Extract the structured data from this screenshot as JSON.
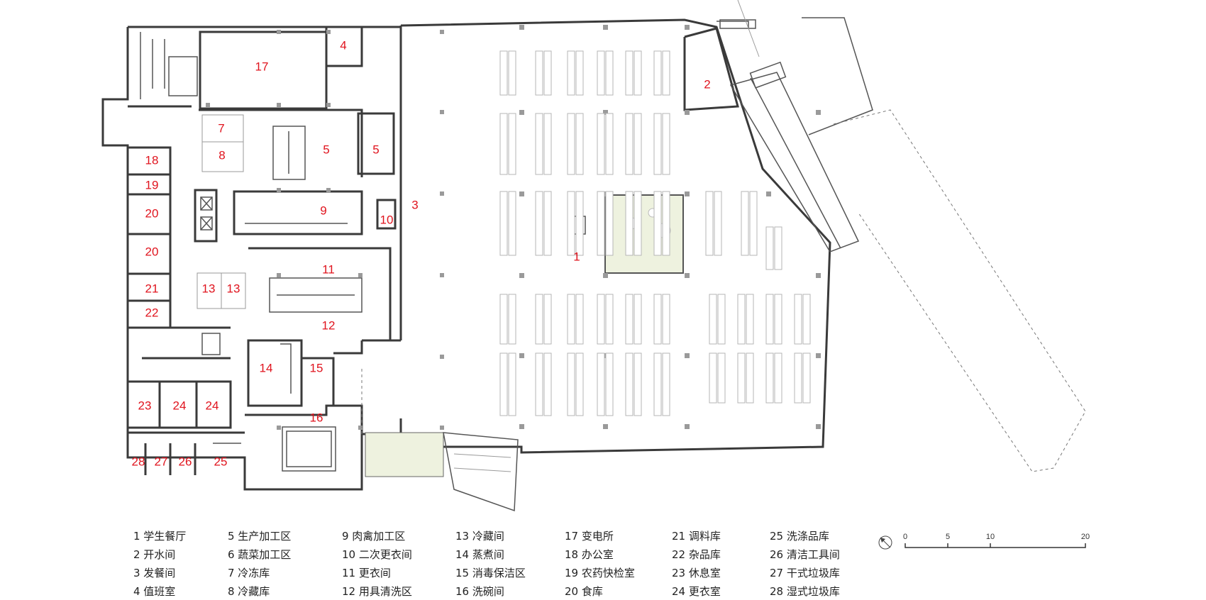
{
  "rooms": {
    "r1": "1",
    "r2": "2",
    "r3": "3",
    "r4": "4",
    "r5a": "5",
    "r5b": "5",
    "r7": "7",
    "r8": "8",
    "r9": "9",
    "r10": "10",
    "r11": "11",
    "r12": "12",
    "r13a": "13",
    "r13b": "13",
    "r14": "14",
    "r15": "15",
    "r16": "16",
    "r17": "17",
    "r18": "18",
    "r19": "19",
    "r20a": "20",
    "r20b": "20",
    "r21": "21",
    "r22": "22",
    "r23": "23",
    "r24a": "24",
    "r24b": "24",
    "r25": "25",
    "r26": "26",
    "r27": "27",
    "r28": "28"
  },
  "legend": [
    [
      "1 学生餐厅",
      "2 开水间",
      "3 发餐间",
      "4 值班室"
    ],
    [
      "5 生产加工区",
      "6 蔬菜加工区",
      "7 冷冻库",
      "8 冷藏库"
    ],
    [
      "9 肉禽加工区",
      "10 二次更衣间",
      "11 更衣间",
      "12 用具清洗区"
    ],
    [
      "13 冷藏间",
      "14 蒸煮间",
      "15 消毒保洁区",
      "16 洗碗间"
    ],
    [
      "17 变电所",
      "18 办公室",
      "19 农药快检室",
      "20 食库"
    ],
    [
      "21 调料库",
      "22 杂品库",
      "23 休息室",
      "24 更衣室"
    ],
    [
      "25 洗涤品库",
      "26 清洁工具间",
      "27 干式垃圾库",
      "28 湿式垃圾库"
    ]
  ],
  "scale_bar": {
    "ticks": [
      "0",
      "5",
      "10",
      "20"
    ]
  },
  "colors": {
    "room_number": "#e0141e",
    "courtyard_fill": "#eef2df"
  }
}
